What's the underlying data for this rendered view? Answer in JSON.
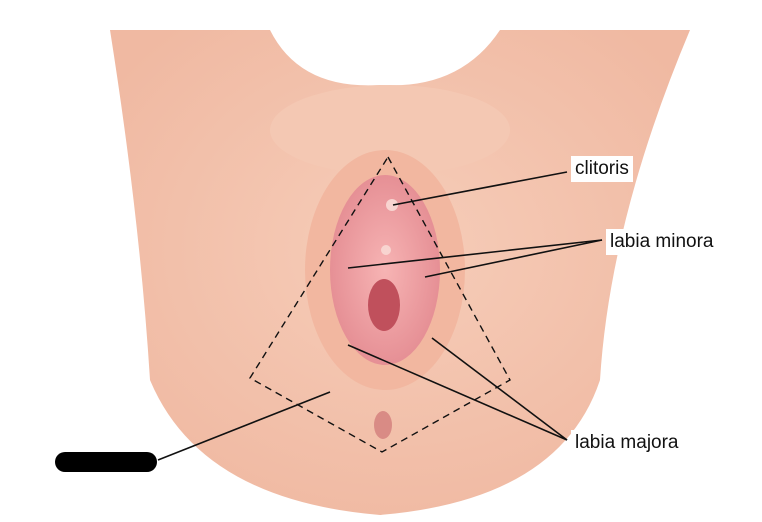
{
  "diagram": {
    "labels": {
      "clitoris": "clitoris",
      "labia_minora": "labia minora",
      "labia_majora": "labia majora",
      "perineum": "[redacted]"
    },
    "colors": {
      "skin": "#f3c3ac",
      "skin_light": "#fbe3d6",
      "inner": "#e9969a",
      "line": "#111111"
    }
  }
}
